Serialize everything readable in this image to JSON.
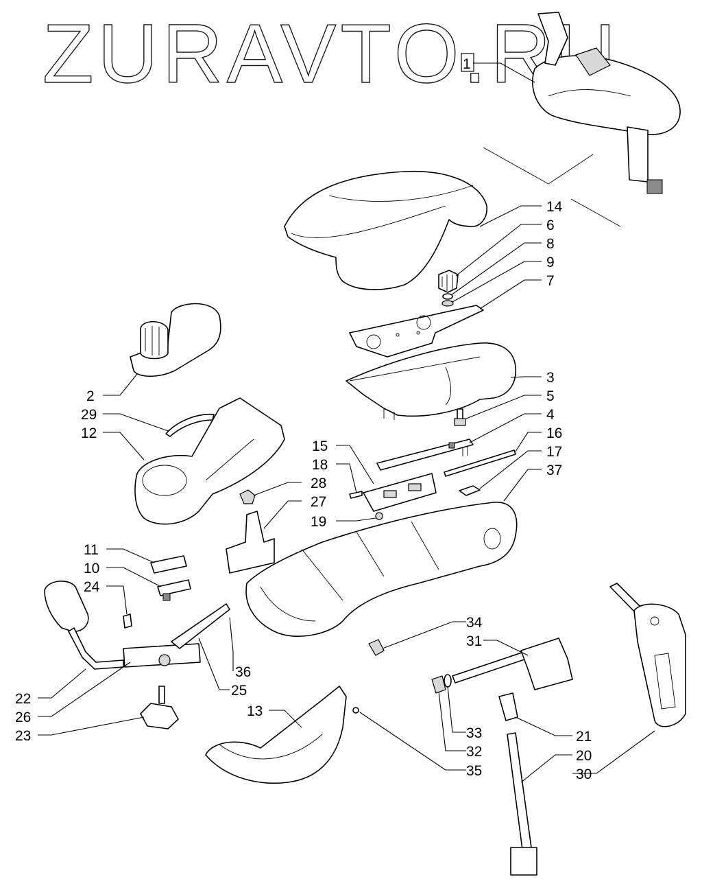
{
  "watermark": "ZURAVTO.RU",
  "callouts": [
    "1",
    "14",
    "6",
    "8",
    "9",
    "7",
    "3",
    "5",
    "4",
    "16",
    "17",
    "37",
    "15",
    "18",
    "28",
    "27",
    "19",
    "2",
    "29",
    "12",
    "11",
    "10",
    "24",
    "22",
    "26",
    "23",
    "25",
    "36",
    "13",
    "34",
    "31",
    "33",
    "32",
    "35",
    "21",
    "20",
    "30"
  ],
  "colors": {
    "line": "#000000",
    "background": "#ffffff",
    "shade": "#d8d8d8"
  }
}
